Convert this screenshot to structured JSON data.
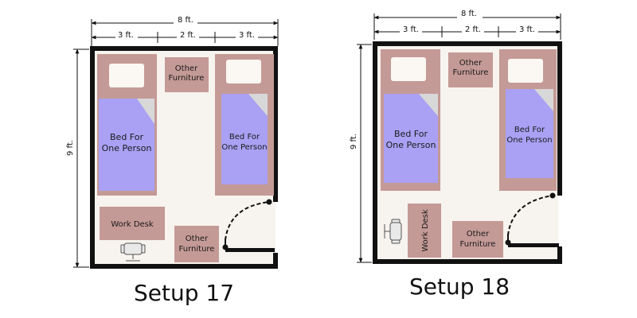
{
  "setups": [
    {
      "caption": "Setup 17",
      "width_label": "8 ft.",
      "segment_labels": [
        "3 ft.",
        "2 ft.",
        "3 ft."
      ],
      "height_label": "9 ft.",
      "bed_left": [
        "Bed For",
        "One Person"
      ],
      "bed_right": [
        "Bed For",
        "One Person"
      ],
      "furniture_top": [
        "Other",
        "Furniture"
      ],
      "furniture_bottom": [
        "Other",
        "Furniture"
      ],
      "desk": [
        "Work Desk"
      ]
    },
    {
      "caption": "Setup 18",
      "width_label": "8 ft.",
      "segment_labels": [
        "3 ft.",
        "2 ft.",
        "3 ft."
      ],
      "height_label": "9 ft.",
      "bed_left": [
        "Bed For",
        "One Person"
      ],
      "bed_right": [
        "Bed For",
        "One Person"
      ],
      "furniture_top": [
        "Other",
        "Furniture"
      ],
      "furniture_bottom": [
        "Other",
        "Furniture"
      ],
      "desk": [
        "Work Desk"
      ]
    }
  ],
  "colors": {
    "wall": "#111111",
    "floor": "#f7f3ee",
    "bed_frame": "#c49a96",
    "mattress": "#aaa1f4",
    "pillow": "#fbf7f2",
    "furniture": "#c49a96",
    "chair": "#cfcfcf"
  }
}
